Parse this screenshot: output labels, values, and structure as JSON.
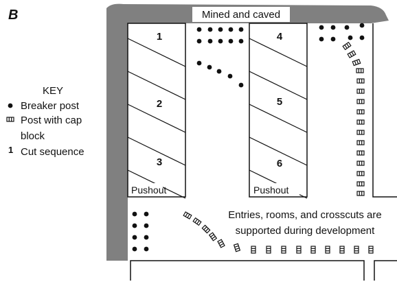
{
  "figure_label": "B",
  "top_label": "Mined and caved",
  "key": {
    "title": "KEY",
    "items": [
      {
        "symbol": "dot",
        "lines": [
          "Breaker post"
        ]
      },
      {
        "symbol": "cap-post",
        "lines": [
          "Post with cap",
          "block"
        ]
      },
      {
        "symbol": "number",
        "marker": "1",
        "lines": [
          "Cut sequence"
        ]
      }
    ]
  },
  "pillars": [
    {
      "cuts": [
        "1",
        "2",
        "3"
      ],
      "pushout": "Pushout"
    },
    {
      "cuts": [
        "4",
        "5",
        "6"
      ],
      "pushout": "Pushout"
    }
  ],
  "entries_note": [
    "Entries, rooms, and crosscuts are",
    "supported during development"
  ],
  "colors": {
    "caved": "#808080",
    "line": "#111111",
    "background": "#ffffff"
  }
}
